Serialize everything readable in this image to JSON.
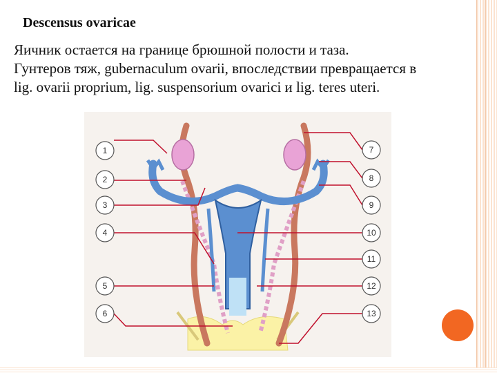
{
  "slide": {
    "title": "Descensus ovaricae",
    "lines": [
      "Яичник  остается  на  границе брюшной полости и таза.",
      "Гунтеров тяж, gubernaculum ovarii, впоследствии  превращается  в",
      "lig. ovarii proprium, lig. suspensorium ovarici  и lig. teres uteri."
    ]
  },
  "figure": {
    "labels_left": [
      "1",
      "2",
      "3",
      "4",
      "5",
      "6"
    ],
    "labels_right": [
      "7",
      "8",
      "9",
      "10",
      "11",
      "12",
      "13"
    ],
    "colors": {
      "duct": "#5b8fd0",
      "duct_dark": "#2f5f9f",
      "ovary": "#e9a3d6",
      "vessel": "#c9785f",
      "ligament": "#e0a0c6",
      "pointer": "#c0102c",
      "sinus": "#fbf2a6"
    }
  },
  "decor": {
    "accent": "#f26722"
  }
}
